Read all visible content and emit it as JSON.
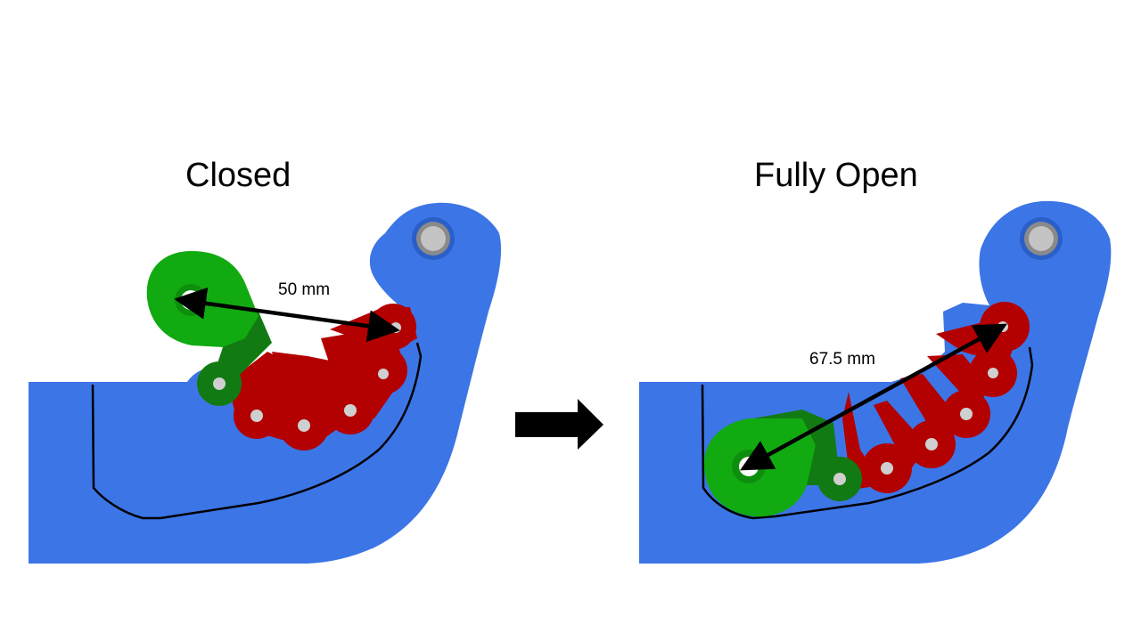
{
  "left_panel": {
    "title": "Closed",
    "dimension": "50 mm"
  },
  "right_panel": {
    "title": "Fully Open",
    "dimension": "67.5 mm"
  },
  "colors": {
    "housing": "#3c75e6",
    "link_red": "#b30000",
    "link_green": "#11aa11",
    "link_green_dark": "#127a12",
    "arrow": "#000000"
  }
}
